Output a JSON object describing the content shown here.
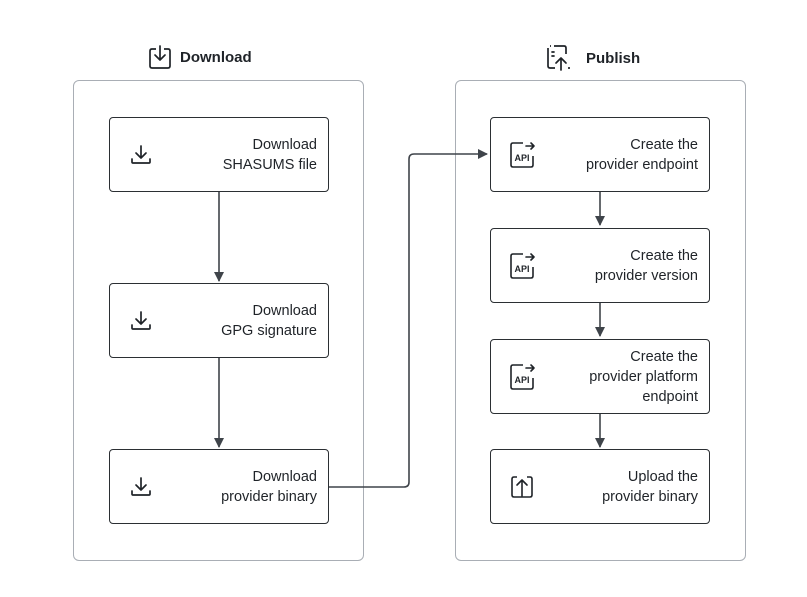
{
  "sections": {
    "download": {
      "title": "Download",
      "icon": "download-box-icon"
    },
    "publish": {
      "title": "Publish",
      "icon": "publish-upload-icon"
    }
  },
  "nodes": {
    "dl_shasums": {
      "text": "Download\nSHASUMS file",
      "icon": "download-icon"
    },
    "dl_gpg": {
      "text": "Download\nGPG signature",
      "icon": "download-icon"
    },
    "dl_binary": {
      "text": "Download\nprovider binary",
      "icon": "download-icon"
    },
    "create_endpoint": {
      "text": "Create the\nprovider endpoint",
      "icon": "api-icon"
    },
    "create_version": {
      "text": "Create the\nprovider version",
      "icon": "api-icon"
    },
    "create_platform": {
      "text": "Create the\nprovider platform\nendpoint",
      "icon": "api-icon"
    },
    "upload_binary": {
      "text": "Upload the\nprovider binary",
      "icon": "upload-icon"
    }
  },
  "colors": {
    "stroke": "#2b2f33",
    "arrow": "#3f444a",
    "container": "#a9aeb5"
  },
  "edges": [
    [
      "dl_shasums",
      "dl_gpg"
    ],
    [
      "dl_gpg",
      "dl_binary"
    ],
    [
      "dl_binary",
      "create_endpoint"
    ],
    [
      "create_endpoint",
      "create_version"
    ],
    [
      "create_version",
      "create_platform"
    ],
    [
      "create_platform",
      "upload_binary"
    ]
  ]
}
